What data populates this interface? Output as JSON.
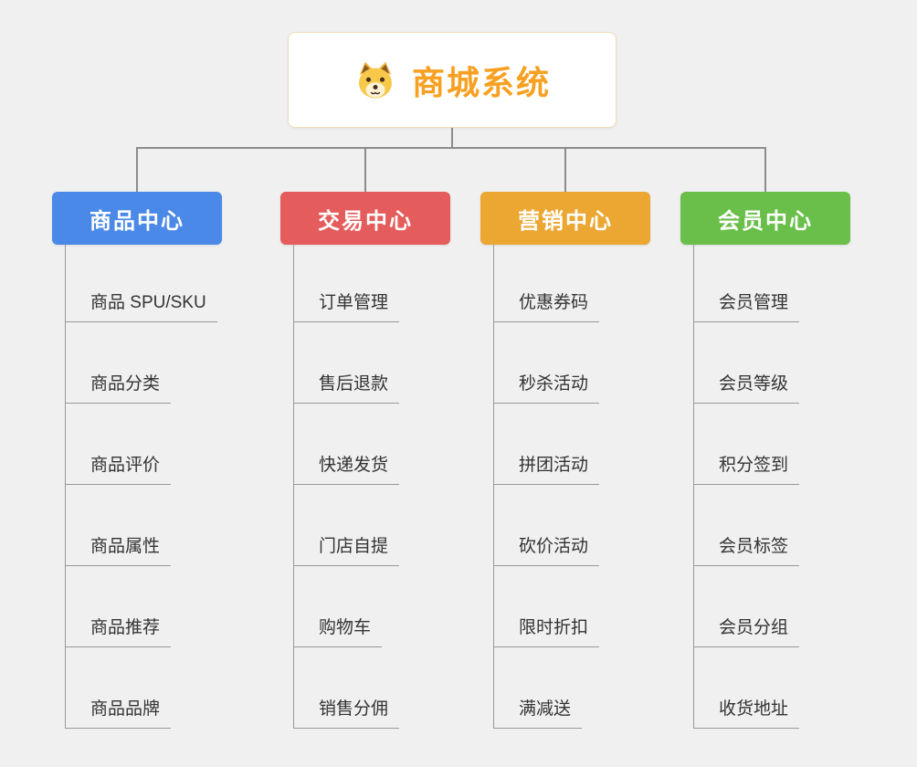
{
  "root": {
    "title": "商城系统",
    "icon": "dog-face-icon"
  },
  "colors": {
    "background": "#f0f0f0",
    "connector_line": "#8c8c8c",
    "root_title": "#f7a021",
    "child_text": "#333333"
  },
  "branches": [
    {
      "label": "商品中心",
      "color": "#4a89e8",
      "children": [
        "商品 SPU/SKU",
        "商品分类",
        "商品评价",
        "商品属性",
        "商品推荐",
        "商品品牌"
      ]
    },
    {
      "label": "交易中心",
      "color": "#e45c5c",
      "children": [
        "订单管理",
        "售后退款",
        "快递发货",
        "门店自提",
        "购物车",
        "销售分佣"
      ]
    },
    {
      "label": "营销中心",
      "color": "#eca733",
      "children": [
        "优惠券码",
        "秒杀活动",
        "拼团活动",
        "砍价活动",
        "限时折扣",
        "满减送"
      ]
    },
    {
      "label": "会员中心",
      "color": "#6abf4a",
      "children": [
        "会员管理",
        "会员等级",
        "积分签到",
        "会员标签",
        "会员分组",
        "收货地址"
      ]
    }
  ]
}
